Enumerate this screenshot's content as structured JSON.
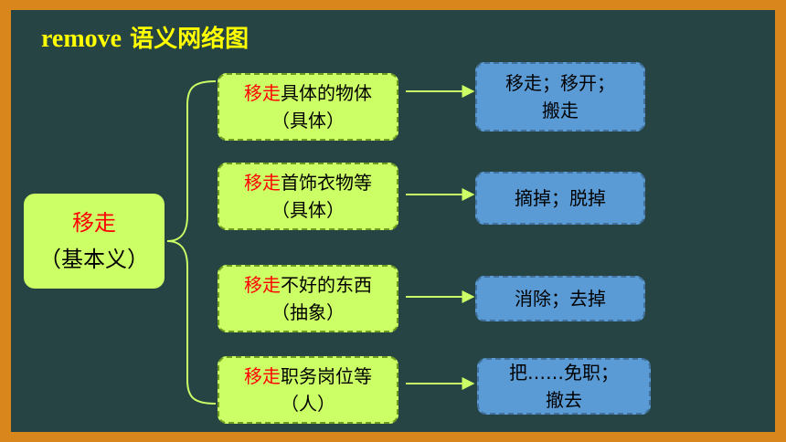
{
  "title": {
    "english": "remove",
    "chinese": "语义网络图"
  },
  "center": {
    "line1": "移走",
    "line2": "（基本义）"
  },
  "senses": [
    {
      "highlight": "移走",
      "rest": "具体的物体",
      "sub": "（具体）",
      "meaning_lines": [
        "移走；移开；",
        "搬走"
      ]
    },
    {
      "highlight": "移走",
      "rest": "首饰衣物等",
      "sub": "（具体）",
      "meaning_lines": [
        "摘掉；脱掉",
        ""
      ]
    },
    {
      "highlight": "移走",
      "rest": "不好的东西",
      "sub": "（抽象）",
      "meaning_lines": [
        "消除；去掉",
        ""
      ]
    },
    {
      "highlight": "移走",
      "rest": "职务岗位等",
      "sub": "（人）",
      "meaning_lines": [
        "把……免职；",
        "撤去"
      ]
    }
  ],
  "colors": {
    "background": "#264443",
    "frame": "#d9871d",
    "title": "#ffff00",
    "sense_box": "#ccff66",
    "meaning_box": "#5b9bd5",
    "highlight": "#ff0000",
    "connector": "#ccff66"
  }
}
